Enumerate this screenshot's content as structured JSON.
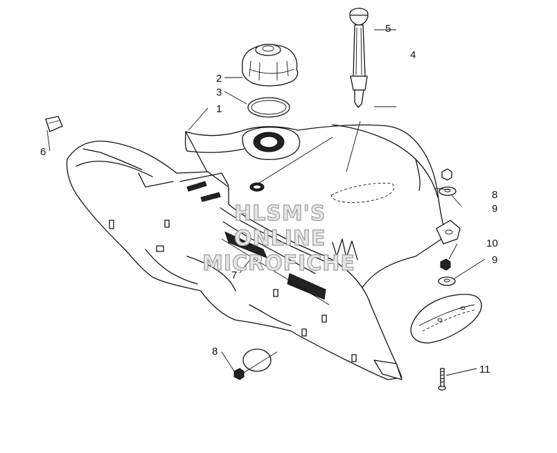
{
  "callouts": {
    "c1": "1",
    "c2": "2",
    "c3": "3",
    "c4": "4",
    "c5": "5",
    "c6": "6",
    "c7": "7",
    "c8a": "8",
    "c8b": "8",
    "c9a": "9",
    "c9b": "9",
    "c10": "10",
    "c11": "11"
  },
  "watermark": {
    "line1": "HLSM'S",
    "line2": "ONLINE",
    "line3": "MICROFICHE"
  }
}
